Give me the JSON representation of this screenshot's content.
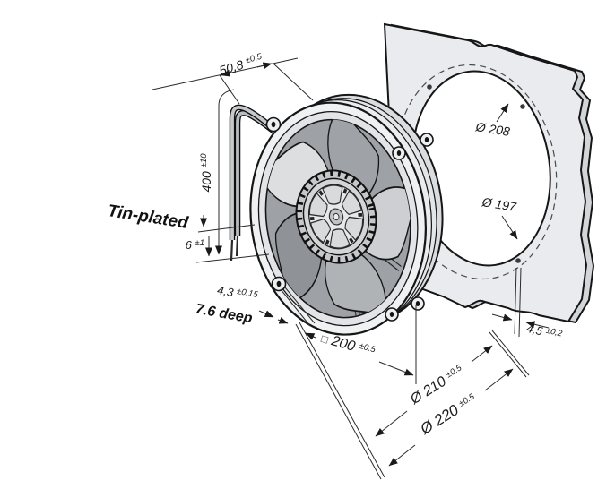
{
  "drawing": {
    "description": "Axial fan dimensional drawing with mounting plate cutout",
    "dims": {
      "lead_exit": {
        "value": "50,8",
        "tol": "±0,5"
      },
      "lead_length": {
        "value": "400",
        "tol": "±10"
      },
      "strip_length": {
        "value": "6",
        "tol": "±1"
      },
      "tin_plated": "Tin-plated",
      "mount_hole": {
        "value": "4,3",
        "tol": "±0,15"
      },
      "mount_hole_depth": "7.6 deep",
      "frame_size": {
        "prefix": "□",
        "value": "200",
        "tol": "±0.5"
      },
      "bolt_circle": {
        "value": "Ø 210",
        "tol": "±0.5"
      },
      "outer_diameter": {
        "value": "Ø 220",
        "tol": "±0.5"
      },
      "plate_cutout_alt": "Ø 208",
      "plate_cutout": "Ø 197",
      "plate_hole": {
        "value": "4,5",
        "tol": "±0,2"
      }
    },
    "colors": {
      "line": "#1a1a1a",
      "plate_face": "#e9ebee",
      "plate_edge": "#d3d6d9",
      "fan_frame": "#f0f1f3",
      "blade_dark": "#8f9296",
      "background": "#ffffff"
    }
  }
}
